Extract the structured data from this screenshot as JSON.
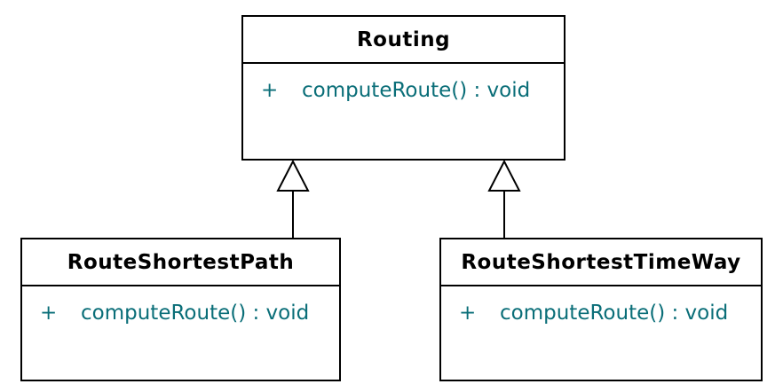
{
  "diagram": {
    "kind": "uml-class-diagram",
    "colors": {
      "background": "#ffffff",
      "box_border": "#000000",
      "class_name_text": "#000000",
      "member_text": "#0a6e78"
    },
    "classes": [
      {
        "name": "Routing",
        "members": [
          {
            "visibility": "+",
            "signature": "computeRoute() : void"
          }
        ]
      },
      {
        "name": "RouteShortestPath",
        "members": [
          {
            "visibility": "+",
            "signature": "computeRoute() : void"
          }
        ]
      },
      {
        "name": "RouteShortestTimeWay",
        "members": [
          {
            "visibility": "+",
            "signature": "computeRoute() : void"
          }
        ]
      }
    ],
    "relationships": [
      {
        "type": "generalization",
        "from": "RouteShortestPath",
        "to": "Routing"
      },
      {
        "type": "generalization",
        "from": "RouteShortestTimeWay",
        "to": "Routing"
      }
    ]
  }
}
